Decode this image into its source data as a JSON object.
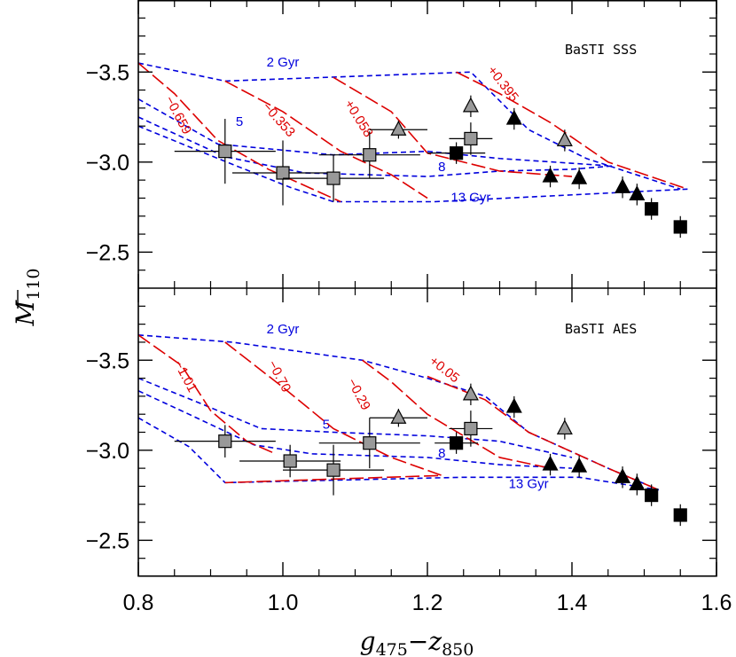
{
  "chart_data": [
    {
      "type": "scatter",
      "panel_label": "BaSTI SSS",
      "xlabel": "g475−z850",
      "ylabel": "M110",
      "xlim": [
        0.8,
        1.6
      ],
      "ylim": [
        -2.3,
        -3.9
      ],
      "xticks": [
        "0.8",
        "1.0",
        "1.2",
        "1.4",
        "1.6"
      ],
      "yticks": [
        "−3.5",
        "−3.0",
        "−2.5"
      ],
      "age_tracks": [
        {
          "label": "2 Gyr",
          "color": "#0000dd",
          "points": [
            [
              0.8,
              -3.55
            ],
            [
              0.92,
              -3.45
            ],
            [
              1.26,
              -3.5
            ],
            [
              1.34,
              -3.18
            ],
            [
              1.42,
              -3.02
            ],
            [
              1.55,
              -2.85
            ]
          ]
        },
        {
          "label": "5",
          "color": "#0000dd",
          "points": [
            [
              0.8,
              -3.35
            ],
            [
              0.91,
              -3.1
            ],
            [
              1.07,
              -3.04
            ],
            [
              1.2,
              -3.06
            ],
            [
              1.3,
              -3.02
            ],
            [
              1.45,
              -2.98
            ]
          ]
        },
        {
          "label": "8",
          "color": "#0000dd",
          "points": [
            [
              0.8,
              -3.25
            ],
            [
              0.92,
              -3.03
            ],
            [
              1.03,
              -2.94
            ],
            [
              1.2,
              -2.92
            ],
            [
              1.3,
              -2.95
            ],
            [
              1.4,
              -2.96
            ],
            [
              1.46,
              -2.98
            ]
          ]
        },
        {
          "label": "13 Gyr",
          "color": "#0000dd",
          "points": [
            [
              0.8,
              -3.2
            ],
            [
              0.91,
              -3.02
            ],
            [
              1.01,
              -2.86
            ],
            [
              1.07,
              -2.78
            ],
            [
              1.21,
              -2.78
            ],
            [
              1.56,
              -2.85
            ]
          ]
        }
      ],
      "metallicity_tracks": [
        {
          "label": "−0.659",
          "color": "#dd0000",
          "points": [
            [
              0.8,
              -3.55
            ],
            [
              0.85,
              -3.38
            ],
            [
              0.91,
              -3.12
            ],
            [
              0.98,
              -2.96
            ],
            [
              1.08,
              -2.78
            ]
          ]
        },
        {
          "label": "−0.353",
          "color": "#dd0000",
          "points": [
            [
              0.92,
              -3.45
            ],
            [
              1.0,
              -3.28
            ],
            [
              1.08,
              -3.06
            ],
            [
              1.15,
              -2.93
            ],
            [
              1.2,
              -2.8
            ]
          ]
        },
        {
          "label": "+0.058",
          "color": "#dd0000",
          "points": [
            [
              1.07,
              -3.47
            ],
            [
              1.15,
              -3.28
            ],
            [
              1.2,
              -3.05
            ],
            [
              1.3,
              -2.95
            ],
            [
              1.4,
              -2.92
            ]
          ]
        },
        {
          "label": "+0.395",
          "color": "#dd0000",
          "points": [
            [
              1.24,
              -3.5
            ],
            [
              1.3,
              -3.38
            ],
            [
              1.37,
              -3.22
            ],
            [
              1.45,
              -3.0
            ],
            [
              1.56,
              -2.85
            ]
          ]
        }
      ],
      "points": [
        {
          "marker": "square",
          "fill": "gray",
          "x": 0.92,
          "y": -3.06,
          "xerr": 0.07,
          "yerr": 0.18
        },
        {
          "marker": "square",
          "fill": "gray",
          "x": 1.0,
          "y": -2.94,
          "xerr": 0.07,
          "yerr": 0.18
        },
        {
          "marker": "square",
          "fill": "gray",
          "x": 1.07,
          "y": -2.91,
          "xerr": 0.07,
          "yerr": 0.13
        },
        {
          "marker": "square",
          "fill": "gray",
          "x": 1.12,
          "y": -3.04,
          "xerr": 0.07,
          "yerr": 0.13
        },
        {
          "marker": "square",
          "fill": "gray",
          "x": 1.26,
          "y": -3.13,
          "xerr": 0.03,
          "yerr": 0.09
        },
        {
          "marker": "square",
          "fill": "black",
          "x": 1.24,
          "y": -3.05,
          "xerr": 0.04,
          "yerr": 0.06
        },
        {
          "marker": "square",
          "fill": "black",
          "x": 1.51,
          "y": -2.74,
          "xerr": 0,
          "yerr": 0.06
        },
        {
          "marker": "square",
          "fill": "black",
          "x": 1.55,
          "y": -2.64,
          "xerr": 0,
          "yerr": 0.06
        },
        {
          "marker": "triangle",
          "fill": "gray",
          "x": 1.16,
          "y": -3.18,
          "xerr": 0.04,
          "yerr": 0.05
        },
        {
          "marker": "triangle",
          "fill": "gray",
          "x": 1.26,
          "y": -3.31,
          "xerr": 0,
          "yerr": 0.06
        },
        {
          "marker": "triangle",
          "fill": "gray",
          "x": 1.39,
          "y": -3.12,
          "xerr": 0,
          "yerr": 0.06
        },
        {
          "marker": "triangle",
          "fill": "black",
          "x": 1.32,
          "y": -3.24,
          "xerr": 0,
          "yerr": 0.06
        },
        {
          "marker": "triangle",
          "fill": "black",
          "x": 1.37,
          "y": -2.92,
          "xerr": 0,
          "yerr": 0.06
        },
        {
          "marker": "triangle",
          "fill": "black",
          "x": 1.41,
          "y": -2.91,
          "xerr": 0,
          "yerr": 0.06
        },
        {
          "marker": "triangle",
          "fill": "black",
          "x": 1.47,
          "y": -2.86,
          "xerr": 0,
          "yerr": 0.06
        },
        {
          "marker": "triangle",
          "fill": "black",
          "x": 1.49,
          "y": -2.82,
          "xerr": 0,
          "yerr": 0.06
        }
      ]
    },
    {
      "type": "scatter",
      "panel_label": "BaSTI AES",
      "xlabel": "g475−z850",
      "ylabel": "M110",
      "xlim": [
        0.8,
        1.6
      ],
      "ylim": [
        -2.3,
        -3.9
      ],
      "xticks": [
        "0.8",
        "1.0",
        "1.2",
        "1.4",
        "1.6"
      ],
      "yticks": [
        "−3.5",
        "−3.0",
        "−2.5"
      ],
      "age_tracks": [
        {
          "label": "2 Gyr",
          "color": "#0000dd",
          "points": [
            [
              0.8,
              -3.64
            ],
            [
              0.93,
              -3.6
            ],
            [
              1.11,
              -3.5
            ],
            [
              1.2,
              -3.4
            ],
            [
              1.28,
              -3.3
            ],
            [
              1.34,
              -3.1
            ],
            [
              1.45,
              -2.9
            ],
            [
              1.52,
              -2.78
            ]
          ]
        },
        {
          "label": "5",
          "color": "#0000dd",
          "points": [
            [
              0.8,
              -3.4
            ],
            [
              0.88,
              -3.27
            ],
            [
              0.97,
              -3.12
            ],
            [
              1.07,
              -3.1
            ],
            [
              1.2,
              -3.08
            ],
            [
              1.3,
              -3.05
            ],
            [
              1.4,
              -2.96
            ]
          ]
        },
        {
          "label": "8",
          "color": "#0000dd",
          "points": [
            [
              0.8,
              -3.33
            ],
            [
              0.87,
              -3.2
            ],
            [
              0.96,
              -3.03
            ],
            [
              1.04,
              -2.98
            ],
            [
              1.2,
              -2.96
            ],
            [
              1.3,
              -2.92
            ],
            [
              1.4,
              -2.9
            ]
          ]
        },
        {
          "label": "13 Gyr",
          "color": "#0000dd",
          "points": [
            [
              0.8,
              -3.18
            ],
            [
              0.87,
              -3.02
            ],
            [
              0.92,
              -2.82
            ],
            [
              1.25,
              -2.85
            ],
            [
              1.41,
              -2.85
            ],
            [
              1.52,
              -2.78
            ]
          ]
        }
      ],
      "metallicity_tracks": [
        {
          "label": "−1.01",
          "color": "#dd0000",
          "points": [
            [
              0.8,
              -3.64
            ],
            [
              0.86,
              -3.47
            ],
            [
              0.9,
              -3.22
            ],
            [
              0.95,
              -3.05
            ],
            [
              0.99,
              -2.98
            ]
          ]
        },
        {
          "label": "−0.70",
          "color": "#dd0000",
          "points": [
            [
              0.92,
              -3.6
            ],
            [
              1.0,
              -3.35
            ],
            [
              1.07,
              -3.12
            ],
            [
              1.15,
              -2.96
            ],
            [
              1.22,
              -2.86
            ],
            [
              0.92,
              -2.82
            ]
          ]
        },
        {
          "label": "−0.29",
          "color": "#dd0000",
          "points": [
            [
              1.11,
              -3.5
            ],
            [
              1.15,
              -3.38
            ],
            [
              1.2,
              -3.2
            ],
            [
              1.3,
              -2.96
            ],
            [
              1.37,
              -2.9
            ]
          ]
        },
        {
          "label": "+0.05",
          "color": "#dd0000",
          "points": [
            [
              1.2,
              -3.41
            ],
            [
              1.28,
              -3.28
            ],
            [
              1.34,
              -3.1
            ],
            [
              1.45,
              -2.9
            ],
            [
              1.52,
              -2.78
            ]
          ]
        }
      ],
      "points": [
        {
          "marker": "square",
          "fill": "gray",
          "x": 0.92,
          "y": -3.05,
          "xerr": 0.07,
          "yerr": 0.09
        },
        {
          "marker": "square",
          "fill": "gray",
          "x": 1.01,
          "y": -2.94,
          "xerr": 0.07,
          "yerr": 0.09
        },
        {
          "marker": "square",
          "fill": "gray",
          "x": 1.07,
          "y": -2.89,
          "xerr": 0.07,
          "yerr": 0.14
        },
        {
          "marker": "square",
          "fill": "gray",
          "x": 1.12,
          "y": -3.04,
          "xerr": 0.07,
          "yerr": 0.14
        },
        {
          "marker": "square",
          "fill": "gray",
          "x": 1.26,
          "y": -3.12,
          "xerr": 0.03,
          "yerr": 0.1
        },
        {
          "marker": "square",
          "fill": "black",
          "x": 1.24,
          "y": -3.04,
          "xerr": 0.03,
          "yerr": 0.06
        },
        {
          "marker": "square",
          "fill": "black",
          "x": 1.51,
          "y": -2.75,
          "xerr": 0,
          "yerr": 0.06
        },
        {
          "marker": "square",
          "fill": "black",
          "x": 1.55,
          "y": -2.64,
          "xerr": 0,
          "yerr": 0.06
        },
        {
          "marker": "triangle",
          "fill": "gray",
          "x": 1.16,
          "y": -3.18,
          "xerr": 0.04,
          "yerr": 0.05
        },
        {
          "marker": "triangle",
          "fill": "gray",
          "x": 1.26,
          "y": -3.31,
          "xerr": 0,
          "yerr": 0.06
        },
        {
          "marker": "triangle",
          "fill": "gray",
          "x": 1.39,
          "y": -3.12,
          "xerr": 0,
          "yerr": 0.06
        },
        {
          "marker": "triangle",
          "fill": "black",
          "x": 1.32,
          "y": -3.24,
          "xerr": 0,
          "yerr": 0.06
        },
        {
          "marker": "triangle",
          "fill": "black",
          "x": 1.37,
          "y": -2.92,
          "xerr": 0,
          "yerr": 0.06
        },
        {
          "marker": "triangle",
          "fill": "black",
          "x": 1.41,
          "y": -2.91,
          "xerr": 0,
          "yerr": 0.06
        },
        {
          "marker": "triangle",
          "fill": "black",
          "x": 1.47,
          "y": -2.85,
          "xerr": 0,
          "yerr": 0.06
        },
        {
          "marker": "triangle",
          "fill": "black",
          "x": 1.49,
          "y": -2.81,
          "xerr": 0,
          "yerr": 0.06
        }
      ]
    }
  ],
  "colors": {
    "age_track": "#0000dd",
    "metallicity_track": "#dd0000",
    "gray_marker": "#999999",
    "black_marker": "#000000"
  }
}
